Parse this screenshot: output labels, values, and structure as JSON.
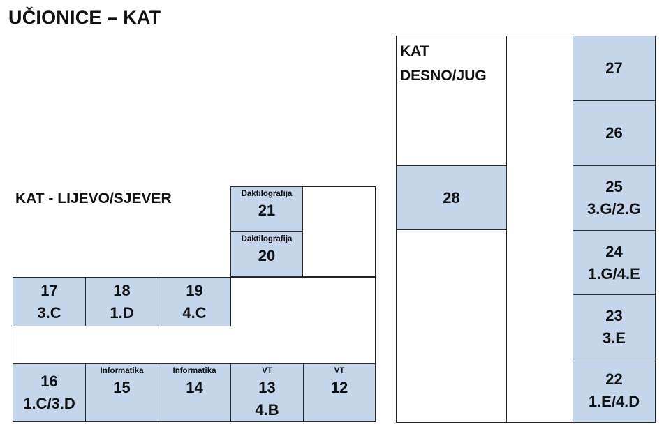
{
  "title": "UČIONICE – KAT",
  "left_wing": {
    "label": "KAT - LIJEVO/SJEVER",
    "rooms": {
      "r21": {
        "sub": "Daktilografija",
        "number": "21"
      },
      "r20": {
        "sub": "Daktilografija",
        "number": "20"
      },
      "r17": {
        "number": "17",
        "class": "3.C"
      },
      "r18": {
        "number": "18",
        "class": "1.D"
      },
      "r19": {
        "number": "19",
        "class": "4.C"
      },
      "r16": {
        "number": "16",
        "class": "1.C/3.D"
      },
      "r15": {
        "sub": "Informatika",
        "number": "15"
      },
      "r14": {
        "sub": "Informatika",
        "number": "14"
      },
      "r13": {
        "sub": "VT",
        "number": "13",
        "class": "4.B"
      },
      "r12": {
        "sub": "VT",
        "number": "12"
      }
    }
  },
  "right_wing": {
    "label_line1": "KAT",
    "label_line2": "DESNO/JUG",
    "rooms": {
      "r28": {
        "number": "28"
      },
      "r27": {
        "number": "27"
      },
      "r26": {
        "number": "26"
      },
      "r25": {
        "number": "25",
        "class": "3.G/2.G"
      },
      "r24": {
        "number": "24",
        "class": "1.G/4.E"
      },
      "r23": {
        "number": "23",
        "class": "3.E"
      },
      "r22": {
        "number": "22",
        "class": "1.E/4.D"
      }
    }
  },
  "colors": {
    "room_fill": "#c5d6ea",
    "outline": "#222222"
  }
}
